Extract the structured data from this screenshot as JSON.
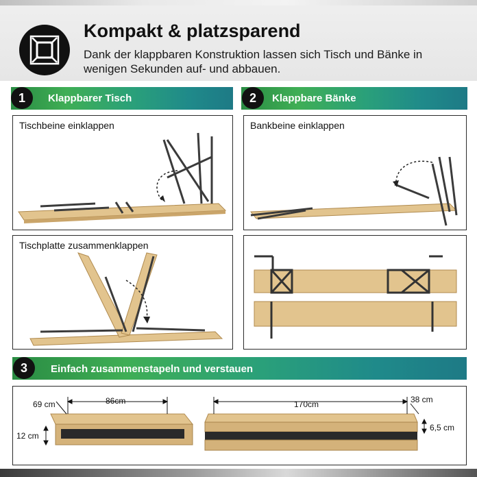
{
  "header": {
    "title": "Kompakt & platzsparend",
    "description": "Dank der klappbaren Konstruktion lassen sich Tisch und Bänke in wenigen Sekunden auf- und abbauen.",
    "icon": "compact-arrows-icon"
  },
  "sections": [
    {
      "number": "1",
      "label": "Klappbarer Tisch"
    },
    {
      "number": "2",
      "label": "Klappbare Bänke"
    },
    {
      "number": "3",
      "label": "Einfach zusammenstapeln und verstauen"
    }
  ],
  "panels": {
    "table_legs": {
      "caption": "Tischbeine einklappen"
    },
    "bench_legs": {
      "caption": "Bankbeine einklappen"
    },
    "table_top": {
      "caption": "Tischplatte zusammenklappen"
    },
    "benches_folded": {
      "caption": ""
    }
  },
  "dimensions": {
    "table_depth": "69 cm",
    "table_width": "86cm",
    "table_height": "12 cm",
    "bench_length": "170cm",
    "bench_depth": "38 cm",
    "bench_height": "6,5 cm"
  },
  "colors": {
    "accent_start": "#3fae55",
    "accent_end": "#1e7a86",
    "wood": "#e2c48e",
    "metal": "#555555"
  }
}
